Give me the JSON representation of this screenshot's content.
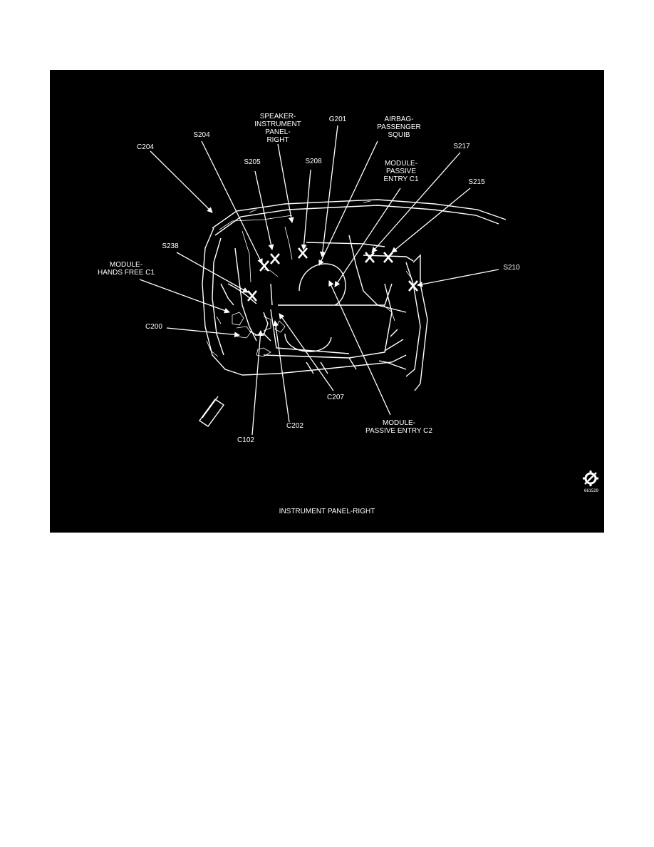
{
  "figure": {
    "caption": "INSTRUMENT PANEL-RIGHT",
    "figure_id": "661529",
    "logo_icon": "no-symbol-gear-icon",
    "colors": {
      "background": "#000000",
      "lines": "#ffffff",
      "page": "#ffffff"
    }
  },
  "labels": {
    "speaker": [
      "SPEAKER-",
      "INSTRUMENT",
      "PANEL-",
      "RIGHT"
    ],
    "g201": "G201",
    "airbag": [
      "AIRBAG-",
      "PASSENGER",
      "SQUIB"
    ],
    "s204": "S204",
    "c204": "C204",
    "s205": "S205",
    "s208": "S208",
    "passive_c1": [
      "MODULE-",
      "PASSIVE",
      "ENTRY C1"
    ],
    "s217": "S217",
    "s215": "S215",
    "s238": "S238",
    "hands_free": [
      "MODULE-",
      "HANDS FREE C1"
    ],
    "s210": "S210",
    "c200": "C200",
    "c207": "C207",
    "passive_c2": [
      "MODULE-",
      "PASSIVE ENTRY C2"
    ],
    "c202": "C202",
    "c102": "C102"
  }
}
